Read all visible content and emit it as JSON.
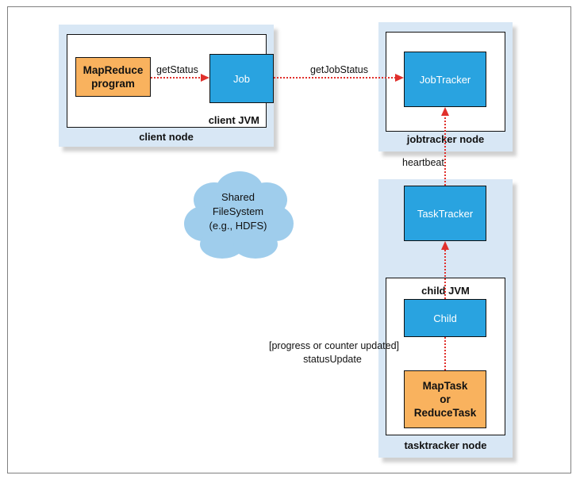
{
  "client_node": {
    "label": "client node",
    "jvm_label": "client JVM",
    "program": "MapReduce\nprogram",
    "job": "Job"
  },
  "jobtracker_node": {
    "label": "jobtracker node",
    "jobtracker": "JobTracker"
  },
  "tasktracker_node": {
    "label": "tasktracker node",
    "tasktracker": "TaskTracker",
    "jvm_label": "child JVM",
    "child": "Child",
    "task": "MapTask\nor\nReduceTask"
  },
  "shared_fs": {
    "label": "Shared\nFileSystem\n(e.g., HDFS)"
  },
  "edges": {
    "get_status": "getStatus",
    "get_job_status": "getJobStatus",
    "heartbeat": "heartbeat",
    "status_update": "[progress or counter updated]\nstatusUpdate"
  },
  "colors": {
    "node_bg": "#d8e7f5",
    "blue": "#29a3e0",
    "orange": "#f9b25e",
    "arrow": "#e0302c"
  }
}
